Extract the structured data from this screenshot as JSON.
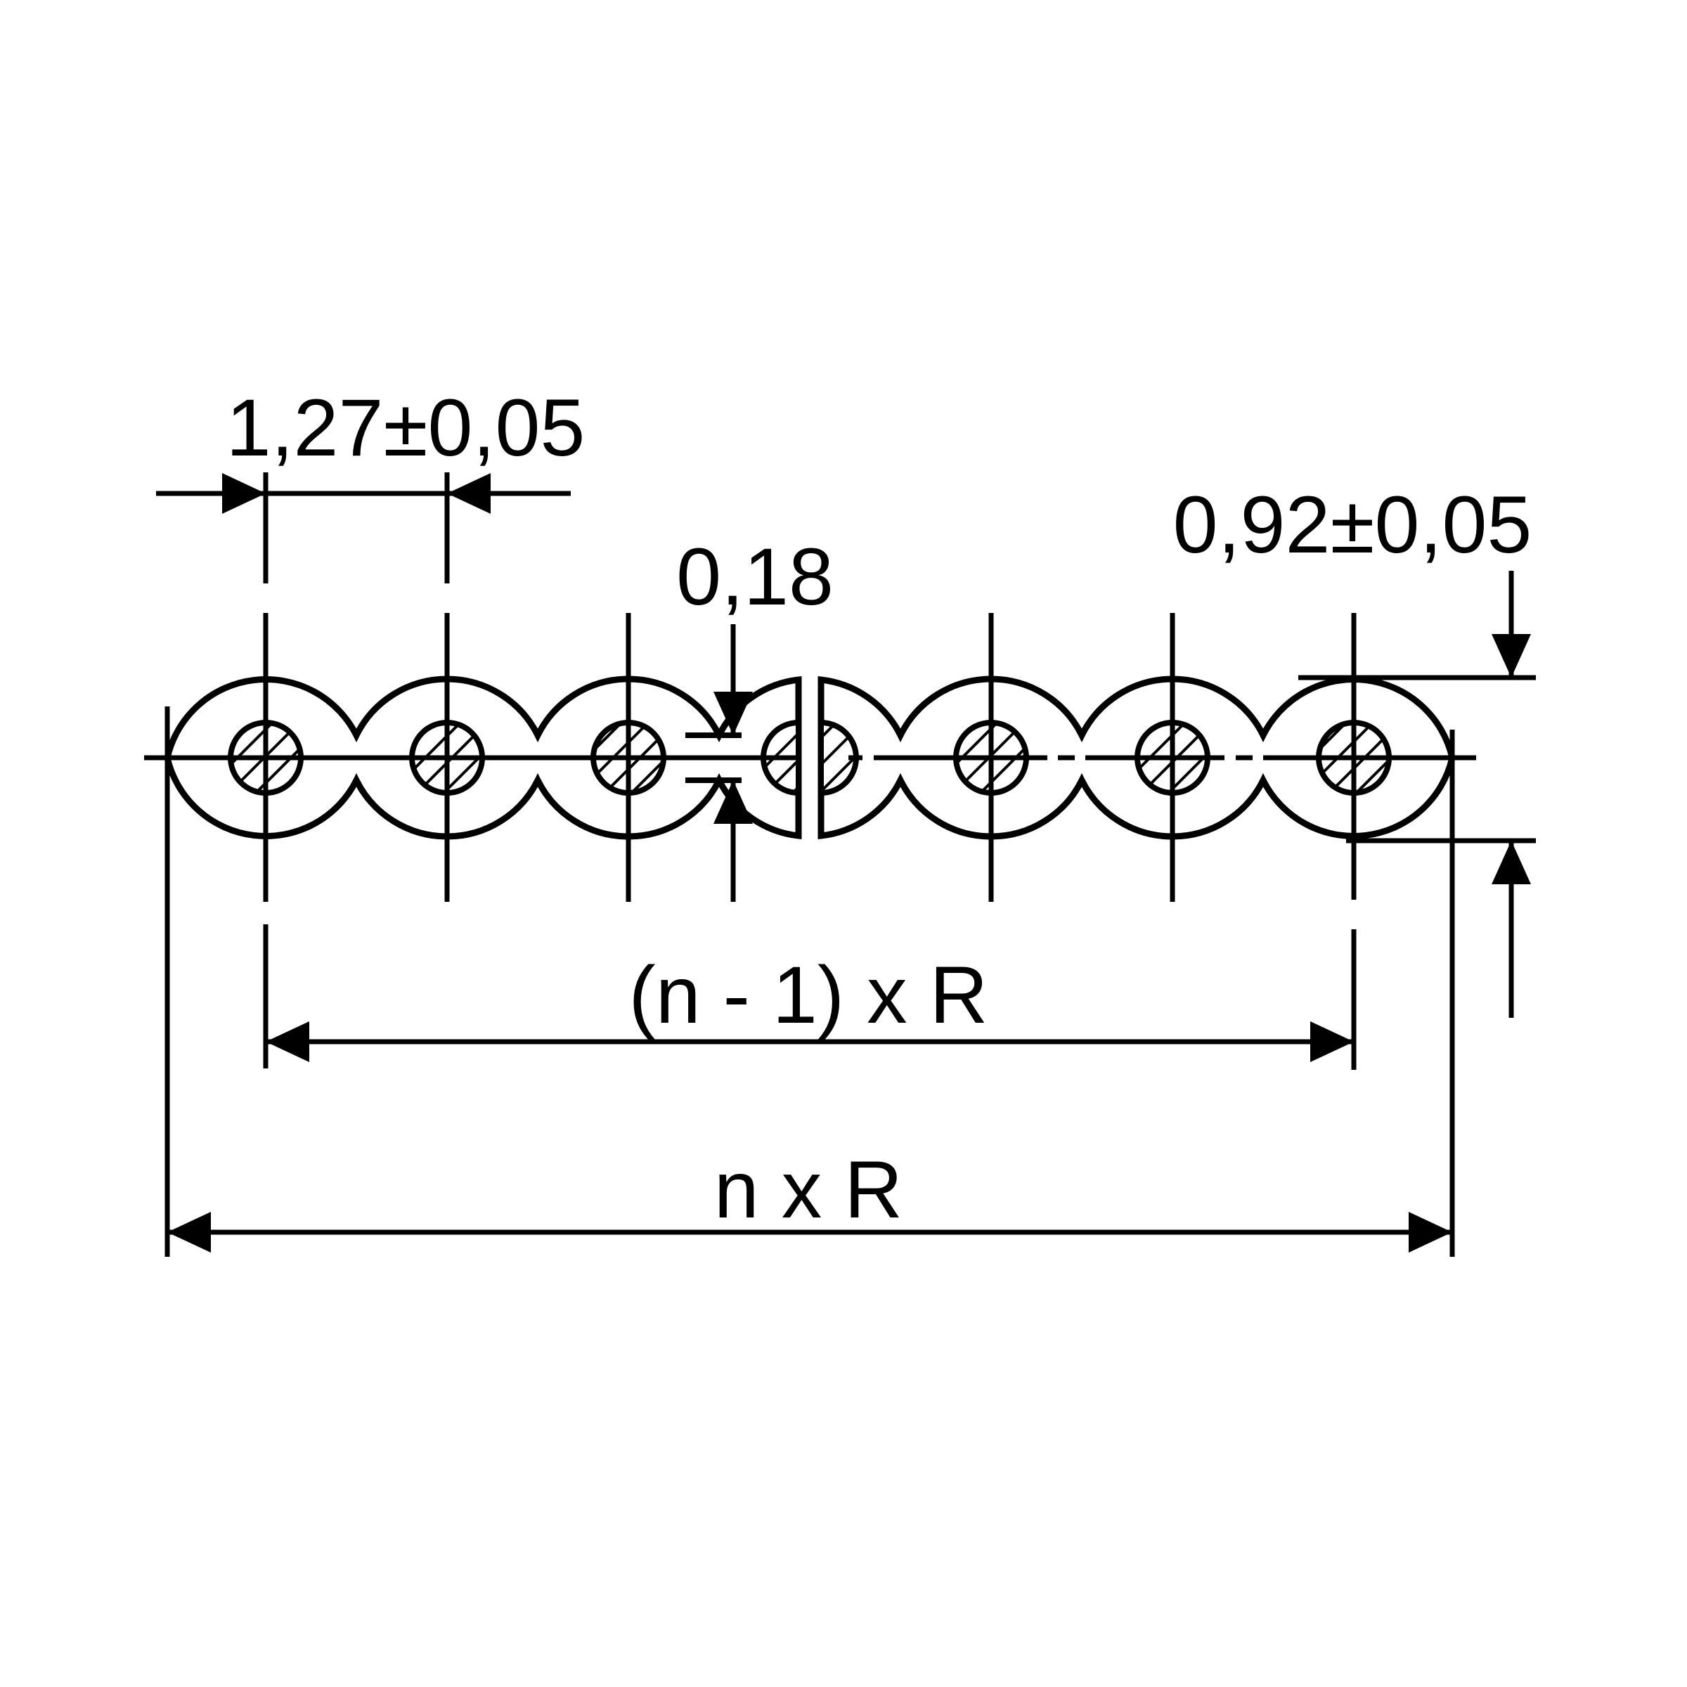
{
  "figure": {
    "conductor_count": 7
  },
  "dimensions": {
    "pitch": "1,27±0,05",
    "web_thickness": "0,18",
    "cable_thickness": "0,92±0,05",
    "inner_span": "(n - 1) x R",
    "overall_span": "n x R"
  },
  "colors": {
    "ink": "#000000",
    "background": "#ffffff"
  }
}
